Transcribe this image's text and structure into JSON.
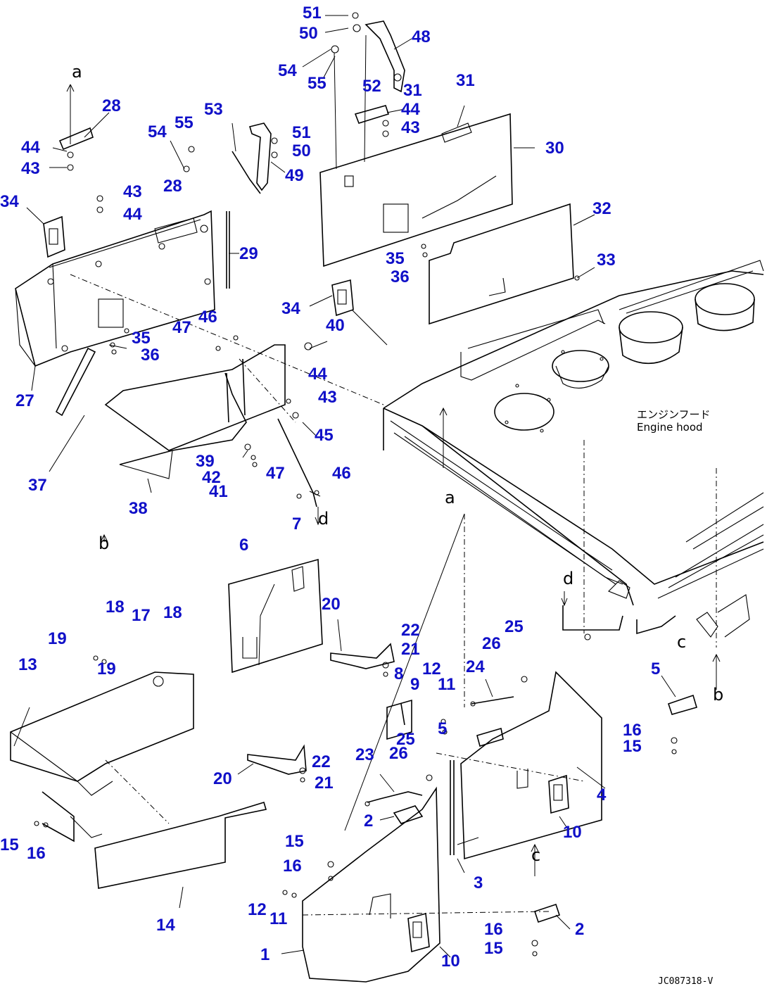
{
  "drawing": {
    "code": "JC087318-V",
    "note_ja": "エンジンフード",
    "note_en": "Engine hood"
  },
  "letters": [
    "a",
    "a",
    "b",
    "b",
    "c",
    "c",
    "d",
    "d"
  ],
  "callouts": [
    "51",
    "50",
    "54",
    "55",
    "48",
    "52",
    "31",
    "44",
    "43",
    "31",
    "30",
    "28",
    "44",
    "43",
    "54",
    "55",
    "53",
    "51",
    "50",
    "49",
    "28",
    "43",
    "44",
    "34",
    "29",
    "32",
    "33",
    "35",
    "36",
    "34",
    "47",
    "46",
    "40",
    "35",
    "36",
    "44",
    "43",
    "27",
    "37",
    "45",
    "38",
    "39",
    "42",
    "41",
    "47",
    "46",
    "7",
    "6",
    "20",
    "22",
    "21",
    "18",
    "17",
    "18",
    "19",
    "19",
    "13",
    "8",
    "9",
    "12",
    "11",
    "5",
    "25",
    "26",
    "24",
    "25",
    "26",
    "5",
    "16",
    "15",
    "4",
    "20",
    "22",
    "21",
    "23",
    "2",
    "10",
    "15",
    "16",
    "15",
    "16",
    "3",
    "12",
    "11",
    "2",
    "16",
    "15",
    "14",
    "1",
    "10"
  ]
}
